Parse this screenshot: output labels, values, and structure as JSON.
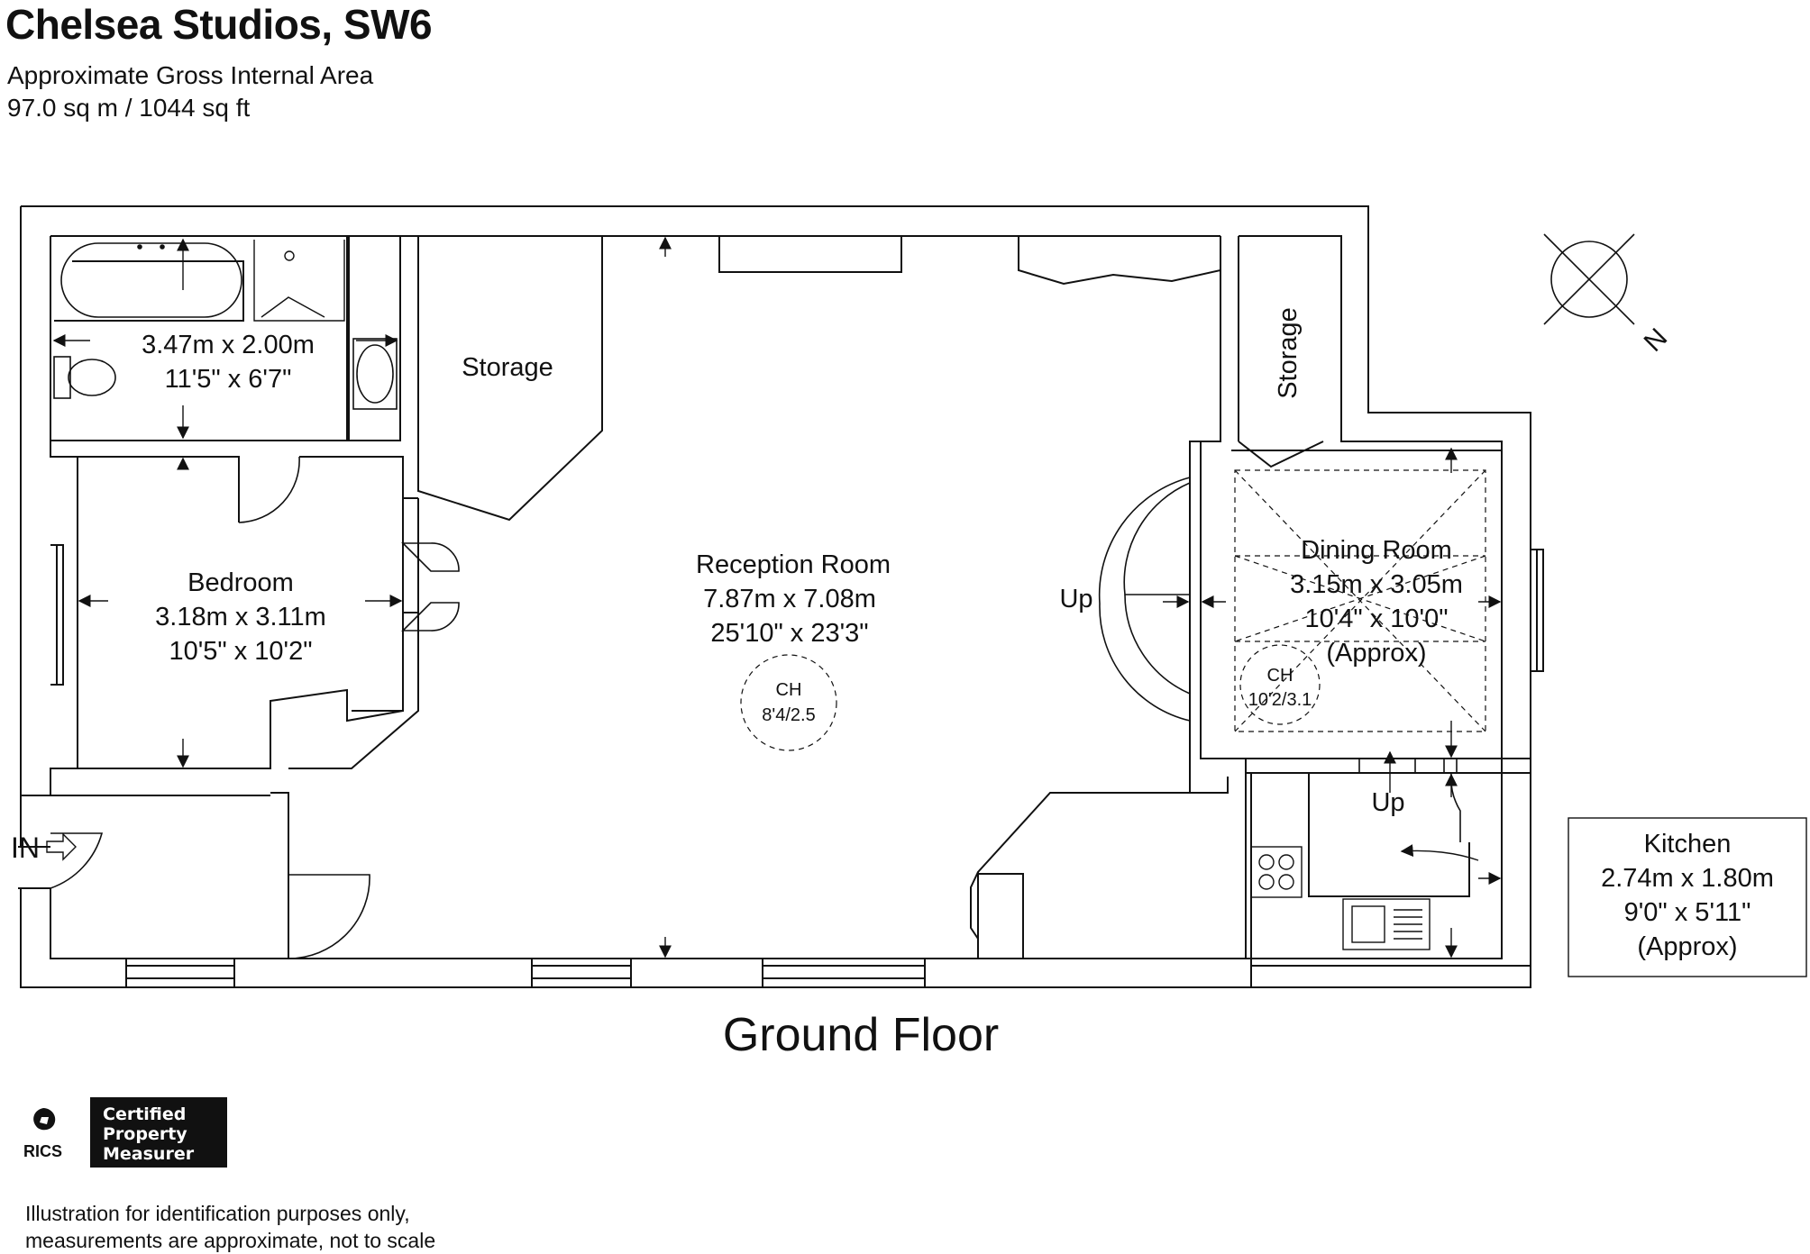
{
  "header": {
    "title": "Chelsea Studios, SW6",
    "area_label": "Approximate Gross Internal Area",
    "area_value": "97.0 sq m / 1044 sq ft"
  },
  "plan": {
    "floor_label": "Ground Floor",
    "entrance_label": "IN",
    "compass_label": "N",
    "up_label_dining": "Up",
    "up_label_kitchen": "Up",
    "rooms": {
      "bathroom": {
        "metric": "3.47m x 2.00m",
        "imperial": "11'5\" x 6'7\""
      },
      "storage_1": {
        "name": "Storage"
      },
      "storage_2": {
        "name": "Storage"
      },
      "bedroom": {
        "name": "Bedroom",
        "metric": "3.18m x 3.11m",
        "imperial": "10'5\" x 10'2\""
      },
      "reception": {
        "name": "Reception Room",
        "metric": "7.87m x 7.08m",
        "imperial": "25'10\" x 23'3\"",
        "ceiling_label": "CH",
        "ceiling_value": "8'4/2.5"
      },
      "dining": {
        "name": "Dining Room",
        "metric": "3.15m x 3.05m",
        "imperial": "10'4\" x 10'0\"",
        "note": "(Approx)",
        "ceiling_label": "CH",
        "ceiling_value": "10'2/3.1"
      },
      "kitchen": {
        "name": "Kitchen",
        "metric": "2.74m x 1.80m",
        "imperial": "9'0\" x 5'11\"",
        "note": "(Approx)"
      }
    }
  },
  "footer": {
    "rics_text": "RICS",
    "badge_line1": "Certified",
    "badge_line2": "Property",
    "badge_line3": "Measurer",
    "disclaimer_line1": "Illustration for identification purposes only,",
    "disclaimer_line2": "measurements are approximate, not to scale"
  },
  "colors": {
    "ink": "#111111",
    "background": "#ffffff"
  },
  "icons": [
    "compass-icon",
    "rics-lion-icon",
    "entrance-arrow-icon",
    "bath-icon",
    "shower-icon",
    "toilet-icon",
    "basin-icon",
    "hob-icon",
    "sink-icon"
  ]
}
